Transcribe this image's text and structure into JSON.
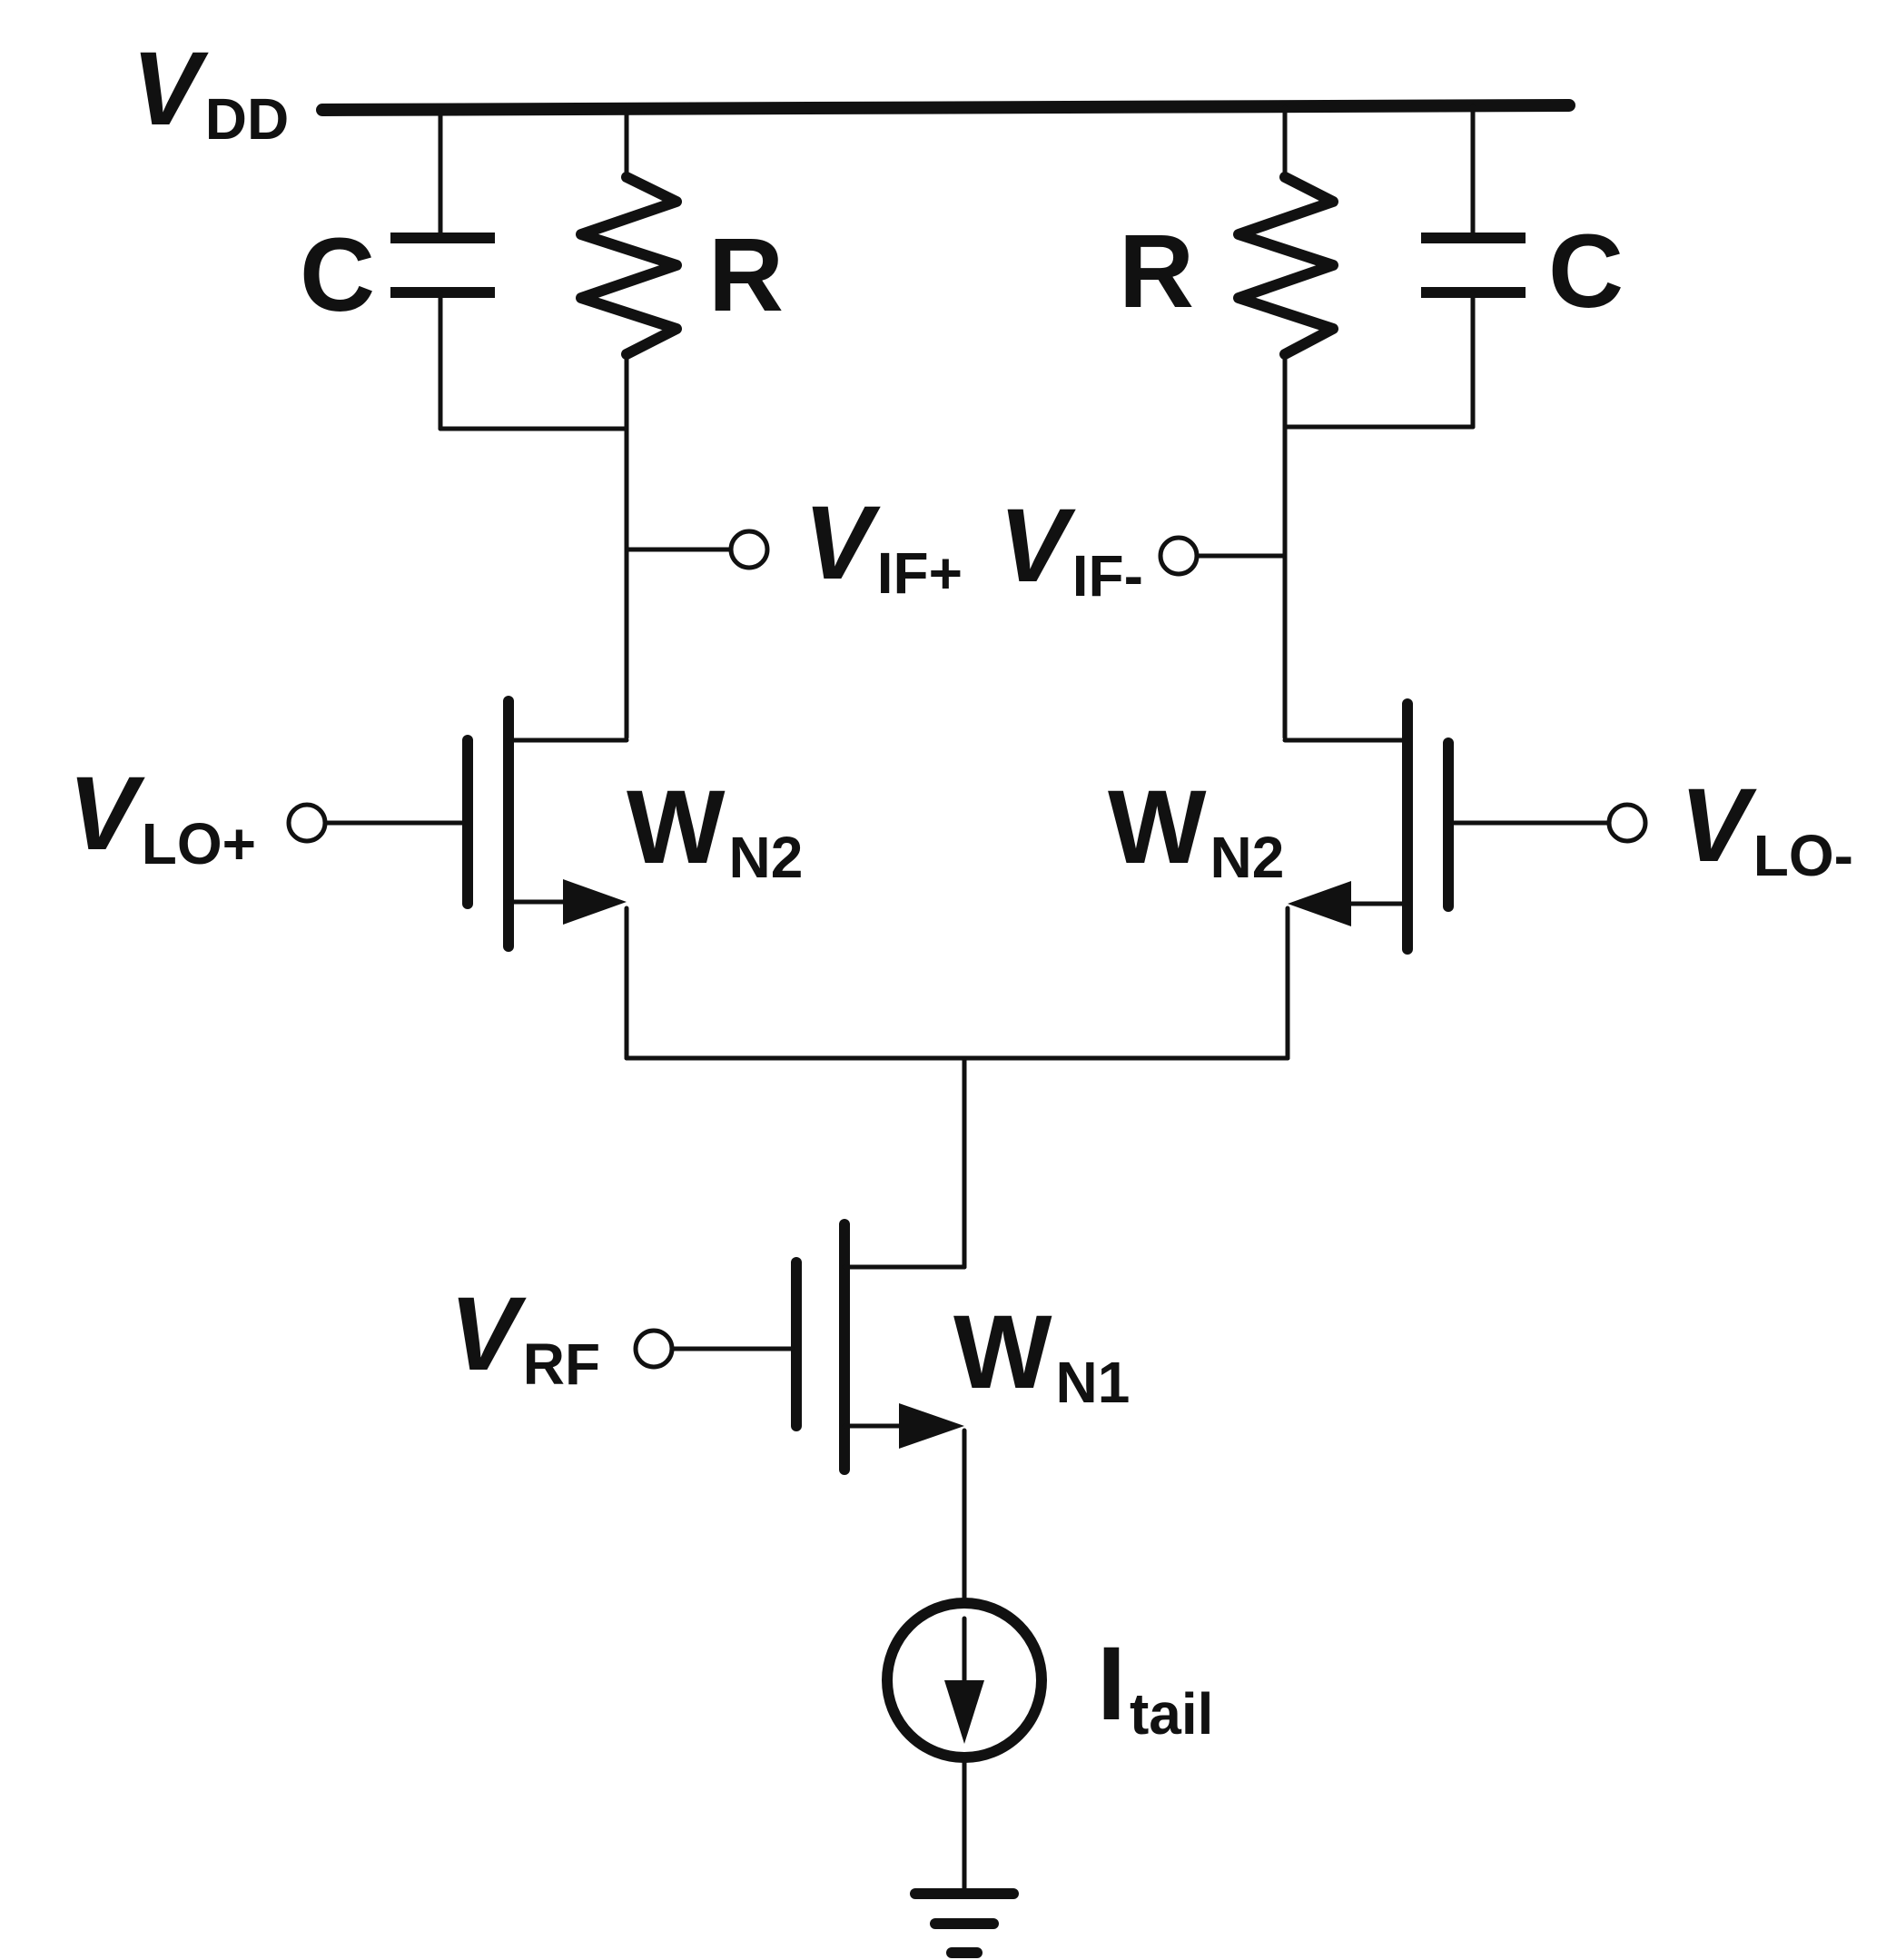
{
  "labels": {
    "vdd": {
      "main": "V",
      "sub": "DD"
    },
    "c_left": "C",
    "r_left": "R",
    "r_right": "R",
    "c_right": "C",
    "vif_plus": {
      "main": "V",
      "sub": "IF+"
    },
    "vif_minus": {
      "main": "V",
      "sub": "IF-"
    },
    "vlo_plus": {
      "main": "V",
      "sub": "LO+"
    },
    "vlo_minus": {
      "main": "V",
      "sub": "LO-"
    },
    "wn2_left": {
      "main": "W",
      "sub": "N2"
    },
    "wn2_right": {
      "main": "W",
      "sub": "N2"
    },
    "vrf": {
      "main": "V",
      "sub": "RF"
    },
    "wn1": {
      "main": "W",
      "sub": "N1"
    },
    "itail": {
      "main": "I",
      "sub": "tail"
    }
  }
}
